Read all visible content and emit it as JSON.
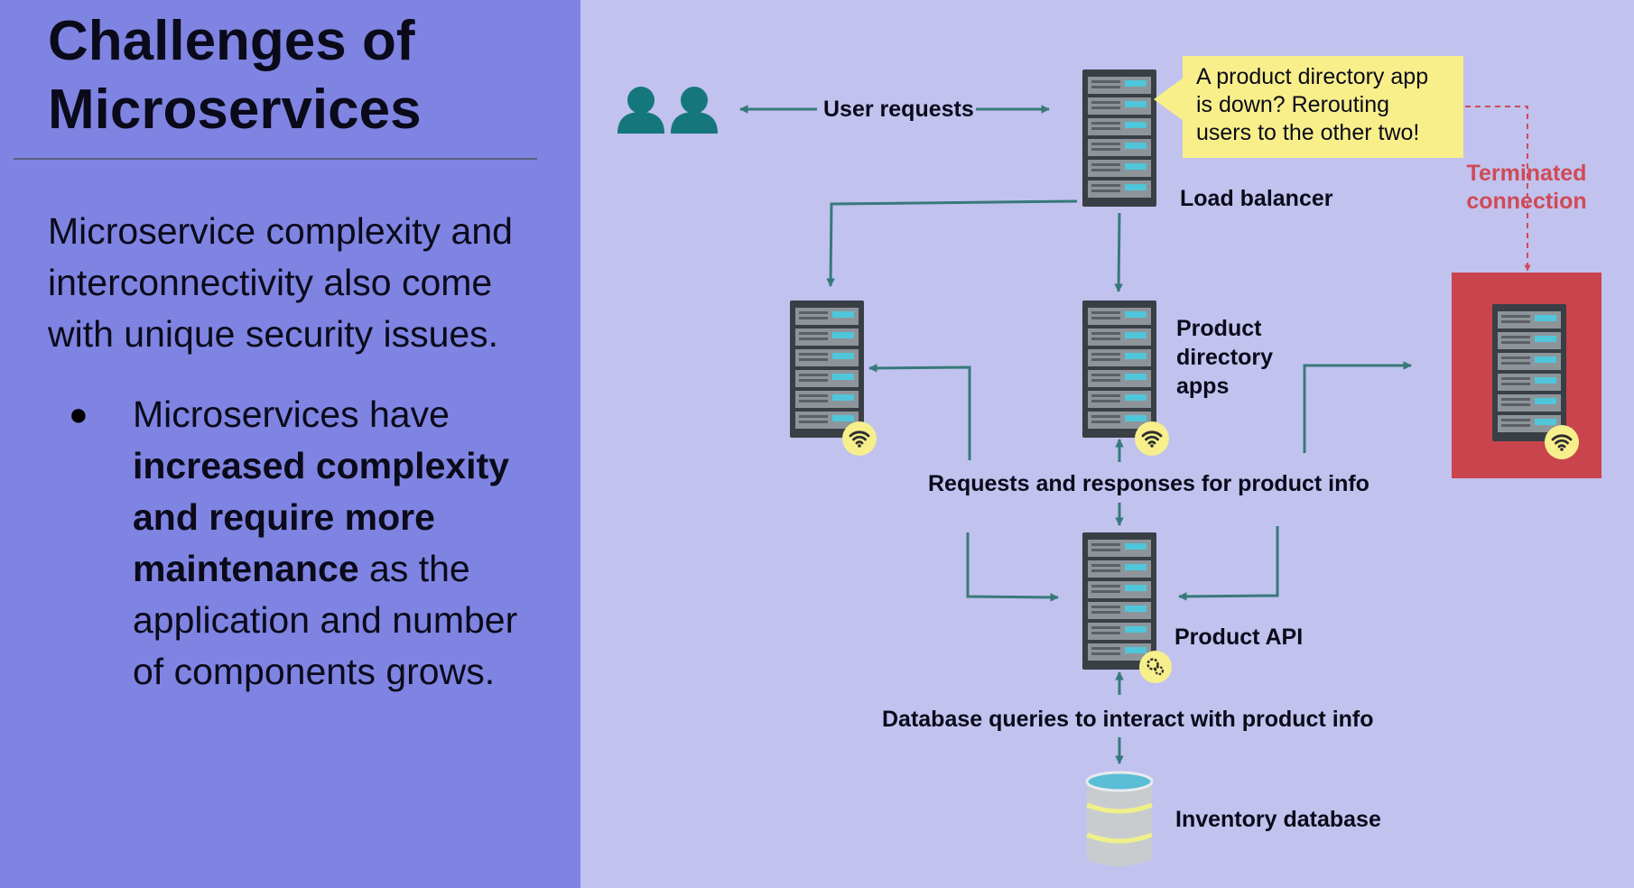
{
  "slide": {
    "title_line1": "Challenges of",
    "title_line2": "Microservices",
    "intro": "Microservice complexity and interconnectivity also come with unique security issues.",
    "bullet": {
      "symbol": "●",
      "text_normal_1": "Microservices have ",
      "text_bold": "increased complexity and require more maintenance",
      "text_normal_2": " as the application and number of components grows."
    }
  },
  "diagram": {
    "labels": {
      "user_requests": "User requests",
      "load_balancer": "Load balancer",
      "callout_line1": "A product directory app",
      "callout_line2": "is down? Rerouting",
      "callout_line3": "users to the other two!",
      "terminated_line1": "Terminated",
      "terminated_line2": "connection",
      "product_directory_line1": "Product",
      "product_directory_line2": "directory",
      "product_directory_line3": "apps",
      "requests_responses": "Requests and responses for product info",
      "product_api": "Product API",
      "database_queries": "Database queries to interact with product info",
      "inventory_database": "Inventory database"
    },
    "colors": {
      "arrow": "#37797a",
      "terminated": "#d04a55",
      "failed_box": "#c9444c",
      "callout_bg": "#f8ef8a",
      "user_icon": "#15777c",
      "badge": "#f6ef8c",
      "db_top": "#5bbdd6",
      "db_band": "#eef08a"
    },
    "icons": {
      "users": "users-icon",
      "server": "server-rack-icon",
      "wifi": "wifi-icon",
      "gears": "gears-icon",
      "database": "database-icon"
    }
  }
}
